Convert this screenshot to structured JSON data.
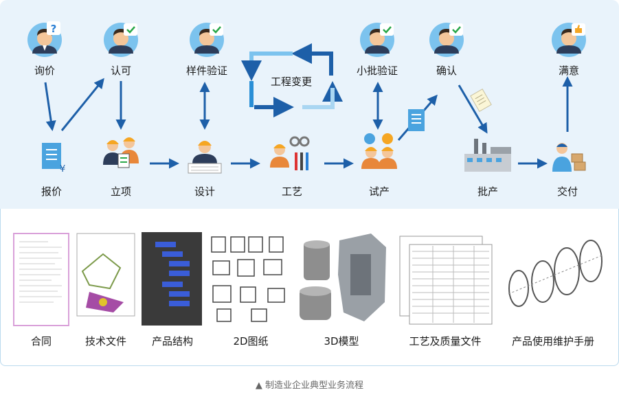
{
  "top_stages": [
    {
      "label": "询价",
      "badge": "?"
    },
    {
      "label": "认可",
      "badge": "check"
    },
    {
      "label": "样件验证",
      "badge": "check"
    },
    {
      "label": "小批验证",
      "badge": "check"
    },
    {
      "label": "确认",
      "badge": "check"
    },
    {
      "label": "满意",
      "badge": "like"
    }
  ],
  "center_label": "工程变更",
  "bottom_stages": [
    "报价",
    "立项",
    "设计",
    "工艺",
    "试产",
    "批产",
    "交付"
  ],
  "documents": [
    "合同",
    "技术文件",
    "产品结构",
    "2D图纸",
    "3D模型",
    "工艺及质量文件",
    "产品使用维护手册"
  ],
  "caption": "▲ 制造业企业典型业务流程",
  "colors": {
    "arrow": "#1d5fa8",
    "panel": "#e9f3fb",
    "border": "#b9d9ee",
    "skin": "#f4c69a",
    "suit": "#2d3d5a",
    "hard_hat": "#f5a623",
    "check": "#2aa84a",
    "question": "#2a7fd4"
  }
}
